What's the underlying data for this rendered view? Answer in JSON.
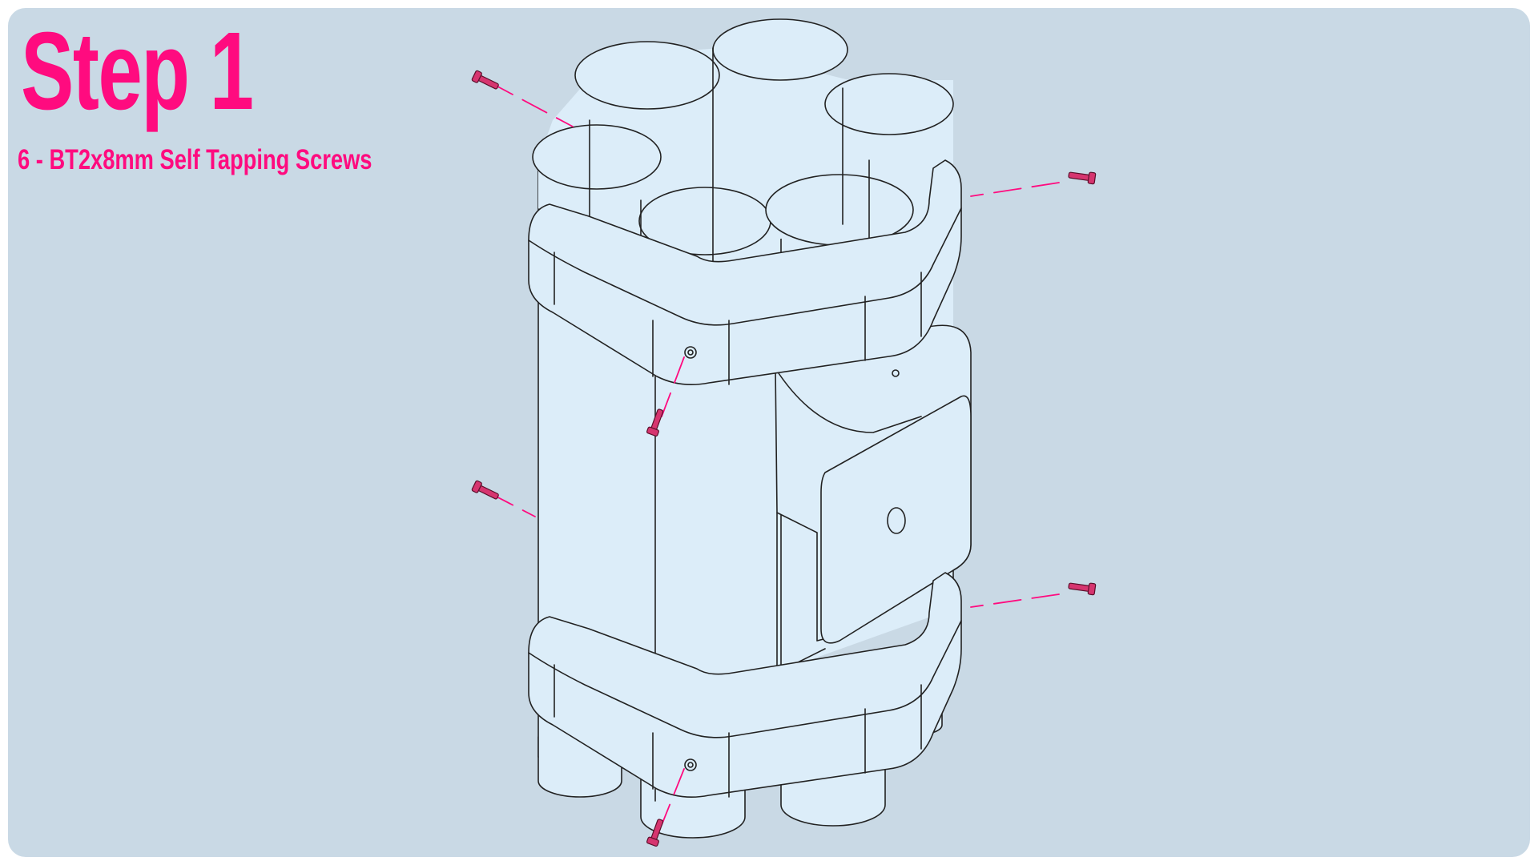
{
  "step": {
    "title": "Step 1",
    "subtitle": "6 - BT2x8mm Self Tapping Screws"
  },
  "colors": {
    "background": "#c9d9e5",
    "part_fill": "#dcedf9",
    "line": "#222222",
    "accent": "#ff0b7f",
    "screw": "#d6356f"
  },
  "parts": {
    "holder_body": "clover-tube-holder",
    "straps": [
      "upper-strap",
      "lower-strap"
    ],
    "mount_plate": "side-mount-plate"
  },
  "screws": {
    "count": 6,
    "icon": "screw-icon"
  }
}
